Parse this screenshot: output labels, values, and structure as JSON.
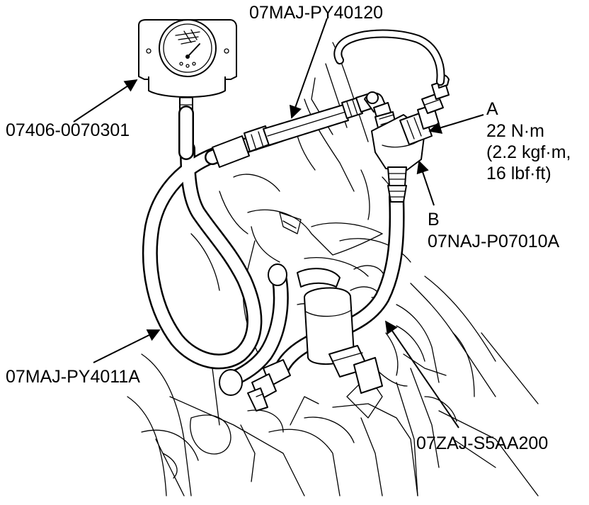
{
  "callouts": {
    "gauge": "07406-0070301",
    "hose_top": "07MAJ-PY40120",
    "point_a_letter": "A",
    "point_a_torque_nm": "22 N·m",
    "point_a_torque_kgf": "(2.2 kgf·m,",
    "point_a_torque_lbf": "16 lbf·ft)",
    "point_b_letter": "B",
    "point_b_part": "07NAJ-P07010A",
    "hose_left": "07MAJ-PY4011A",
    "hose_bottom": "07ZAJ-S5AA200"
  },
  "colors": {
    "ink": "#000000",
    "paper": "#ffffff"
  }
}
